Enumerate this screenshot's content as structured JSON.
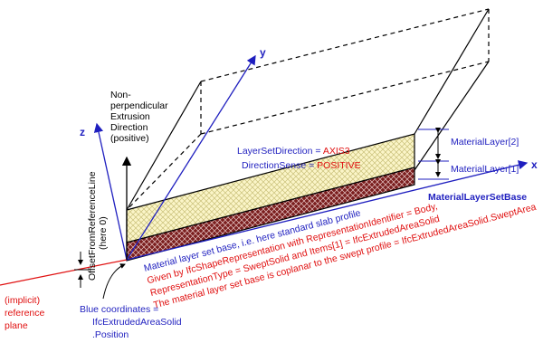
{
  "axes": {
    "x": "x",
    "y": "y",
    "z": "z"
  },
  "extrusion_label": [
    "Non-",
    "perpendicular",
    "Extrusion",
    "Direction",
    "(positive)"
  ],
  "layer_set_direction": "LayerSetDirection = AXIS3",
  "direction_sense": "DirectionSense = POSITIVE",
  "material_layer_2": "MaterialLayer[2]",
  "material_layer_1": "MaterialLayer[1]",
  "material_layer_set_base": "MaterialLayerSetBase",
  "base_description": [
    "Material layer set base, i.e. here standard slab profile",
    "Given by IfcShapeRepresentation with RepresentationIdentifier = Body,",
    "RepresentationType = SweptSolid and Items[1] = IfcExtrudedAreaSolid",
    "The material layer set base is coplanar to the swept profile = IfcExtrudedAreaSolid.SweptArea"
  ],
  "offset_label": [
    "OffsetFromReferenceLine",
    "(here 0)"
  ],
  "reference_plane": [
    "(implicit)",
    "reference",
    "plane"
  ],
  "blue_coordinates": [
    "Blue coordinates =",
    "IfcExtrudedAreaSolid",
    ".Position"
  ],
  "colors": {
    "axis": "#1f1fbf",
    "annotation": "#e01010",
    "layer_top_fill": "#fbf5c8",
    "layer_bottom_fill": "#7a1e1e"
  }
}
